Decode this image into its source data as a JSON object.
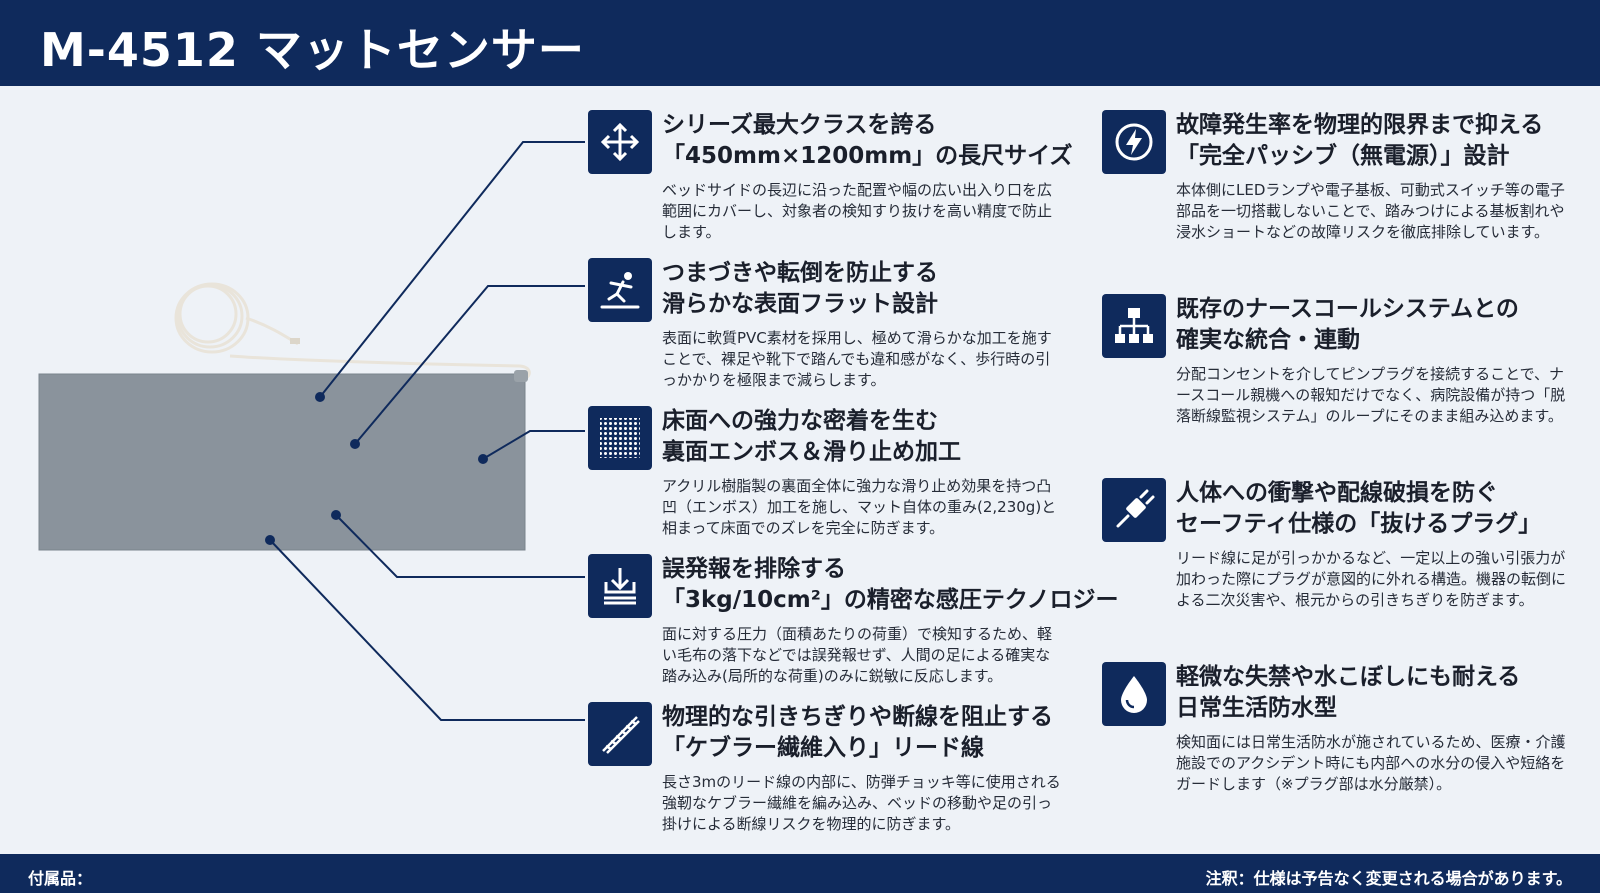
{
  "header": {
    "title": "M-4512 マットセンサー"
  },
  "features_left": [
    {
      "icon": "move-arrows-icon",
      "title_lines": [
        "シリーズ最大クラスを誇る",
        "「450mm×1200mm」の長尺サイズ"
      ],
      "description": "ベッドサイドの長辺に沿った配置や幅の広い出入り口を広範囲にカバーし、対象者の検知すり抜けを高い精度で防止します。"
    },
    {
      "icon": "person-falling-icon",
      "title_lines": [
        "つまづきや転倒を防止する",
        "滑らかな表面フラット設計"
      ],
      "description": "表面に軟質PVC素材を採用し、極めて滑らかな加工を施すことで、裸足や靴下で踏んでも違和感がなく、歩行時の引っかかりを極限まで減らします。"
    },
    {
      "icon": "emboss-texture-icon",
      "title_lines": [
        "床面への強力な密着を生む",
        "裏面エンボス＆滑り止め加工"
      ],
      "description": "アクリル樹脂製の裏面全体に強力な滑り止め効果を持つ凸凹（エンボス）加工を施し、マット自体の重み(2,230g)と相まって床面でのズレを完全に防ぎます。"
    },
    {
      "icon": "pressure-arrow-icon",
      "title_lines": [
        "誤発報を排除する",
        "「3kg/10cm²」の精密な感圧テクノロジー"
      ],
      "description": "面に対する圧力（面積あたりの荷重）で検知するため、軽い毛布の落下などでは誤発報せず、人間の足による確実な踏み込み(局所的な荷重)のみに鋭敏に反応します。"
    },
    {
      "icon": "kevlar-cable-icon",
      "title_lines": [
        "物理的な引きちぎりや断線を阻止する",
        "「ケブラー繊維入り」リード線"
      ],
      "description": "長さ3mのリード線の内部に、防弾チョッキ等に使用される強靭なケブラー繊維を編み込み、ベッドの移動や足の引っ掛けによる断線リスクを物理的に防ぎます。"
    }
  ],
  "features_right": [
    {
      "icon": "lightning-icon",
      "title_lines": [
        "故障発生率を物理的限界まで抑える",
        "「完全パッシブ（無電源）」設計"
      ],
      "description": "本体側にLEDランプや電子基板、可動式スイッチ等の電子部品を一切搭載しないことで、踏みつけによる基板割れや浸水ショートなどの故障リスクを徹底排除しています。"
    },
    {
      "icon": "network-icon",
      "title_lines": [
        "既存のナースコールシステムとの",
        "確実な統合・連動"
      ],
      "description": "分配コンセントを介してピンプラグを接続することで、ナースコール親機への報知だけでなく、病院設備が持つ「脱落断線監視システム」のループにそのまま組み込めます。"
    },
    {
      "icon": "plug-icon",
      "title_lines": [
        "人体への衝撃や配線破損を防ぐ",
        "セーフティ仕様の「抜けるプラグ」"
      ],
      "description": "リード線に足が引っかかるなど、一定以上の強い引張力が加わった際にプラグが意図的に外れる構造。機器の転倒による二次災害や、根元からの引きちぎりを防ぎます。"
    },
    {
      "icon": "water-drop-icon",
      "title_lines": [
        "軽微な失禁や水こぼしにも耐える",
        "日常生活防水型"
      ],
      "description": "検知面には日常生活防水が施されているため、医療・介護施設でのアクシデント時にも内部への水分の侵入や短絡をガードします（※プラグ部は水分厳禁）。"
    }
  ],
  "footer": {
    "accessories": "付属品：",
    "note": "注釈：仕様は予告なく変更される場合があります。"
  },
  "colors": {
    "navy": "#0f2a5c",
    "mat": "#8a939c",
    "background": "#eef2f7"
  }
}
